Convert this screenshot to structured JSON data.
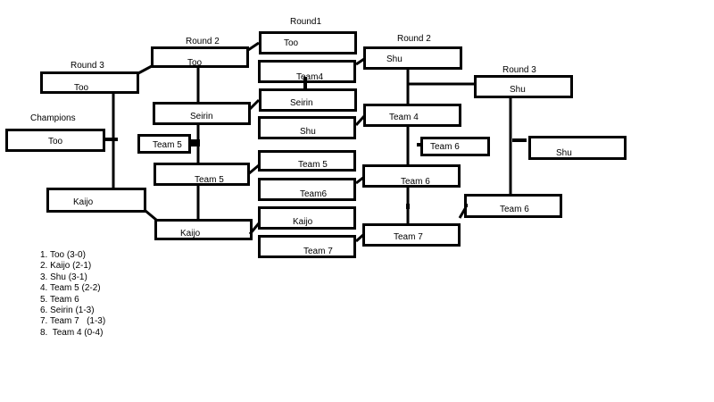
{
  "headers": {
    "round1": "Round1",
    "left_round2": "Round 2",
    "right_round2": "Round 2",
    "left_round3": "Round 3",
    "right_round3": "Round 3",
    "champions": "Champions"
  },
  "round1": {
    "slot1": "Too",
    "slot2": "Team4",
    "slot3": "Seirin",
    "slot4": "Shu",
    "slot5": "Team 5",
    "slot6": "Team6",
    "slot7": "Kaijo",
    "slot8": "Team 7"
  },
  "left": {
    "round2_too": "Too",
    "round2_seirin": "Seirin",
    "round2_team5": "Team 5",
    "round2_kaijo": "Kaijo",
    "small_team5": "Team 5",
    "round3_too": "Too",
    "round3_kaijo": "Kaijo",
    "champion": "Too"
  },
  "right": {
    "round2_shu": "Shu",
    "round2_team4": "Team 4",
    "round2_team6": "Team 6",
    "round2_team7": "Team 7",
    "small_team6": "Team 6",
    "round3_shu": "Shu",
    "round3_team6": "Team 6",
    "final_shu": "Shu"
  },
  "standings": [
    "1. Too (3-0)",
    "2. Kaijo (2-1)",
    "3. Shu (3-1)",
    "4. Team 5 (2-2)",
    "5. Team 6",
    "6. Seirin (1-3)",
    "7. Team 7   (1-3)",
    "8.  Team 4 (0-4)"
  ]
}
